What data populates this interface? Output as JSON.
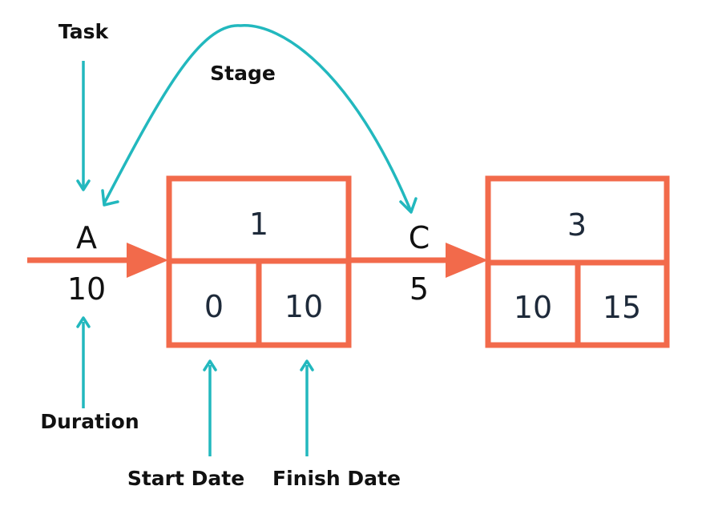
{
  "labels": {
    "task": "Task",
    "stage": "Stage",
    "duration": "Duration",
    "start_date": "Start Date",
    "finish_date": "Finish Date"
  },
  "activities": [
    {
      "letter": "A",
      "duration": "10"
    },
    {
      "letter": "C",
      "duration": "5"
    }
  ],
  "nodes": [
    {
      "id": "1",
      "start": "0",
      "finish": "10"
    },
    {
      "id": "3",
      "start": "10",
      "finish": "15"
    }
  ],
  "colors": {
    "node_border": "#f26a4b",
    "activity_arrow": "#f26a4b",
    "annotation_arrow": "#22b8be",
    "text": "#111111"
  }
}
